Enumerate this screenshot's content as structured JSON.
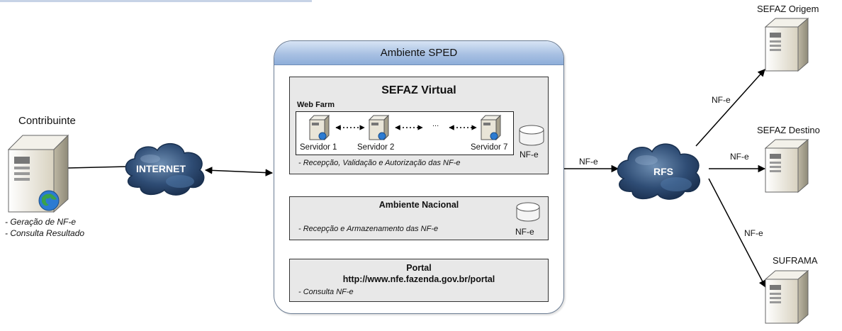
{
  "contribuinte": {
    "title": "Contribuinte",
    "note_1": "- Geração de NF-e",
    "note_2": "- Consulta Resultado"
  },
  "internet": {
    "label": "INTERNET"
  },
  "sped": {
    "title": "Ambiente SPED",
    "sefaz_virtual": {
      "title": "SEFAZ Virtual",
      "web_farm_label": "Web Farm",
      "servers": [
        "Servidor 1",
        "Servidor 2",
        "Servidor 7"
      ],
      "ellipsis": "...",
      "db_label": "NF-e",
      "caption": "- Recepção, Validação e Autorização das NF-e"
    },
    "ambiente_nacional": {
      "title": "Ambiente Nacional",
      "caption": "- Recepção e Armazenamento das NF-e",
      "db_label": "NF-e"
    },
    "portal": {
      "title": "Portal",
      "url": "http://www.nfe.fazenda.gov.br/portal",
      "caption": "- Consulta NF-e"
    }
  },
  "rfs": {
    "label": "RFS",
    "in_label": "NF-e"
  },
  "destinations": [
    {
      "name": "SEFAZ Origem",
      "edge_label": "NF-e"
    },
    {
      "name": "SEFAZ Destino",
      "edge_label": "NF-e"
    },
    {
      "name": "SUFRAMA",
      "edge_label": "NF-e"
    }
  ]
}
